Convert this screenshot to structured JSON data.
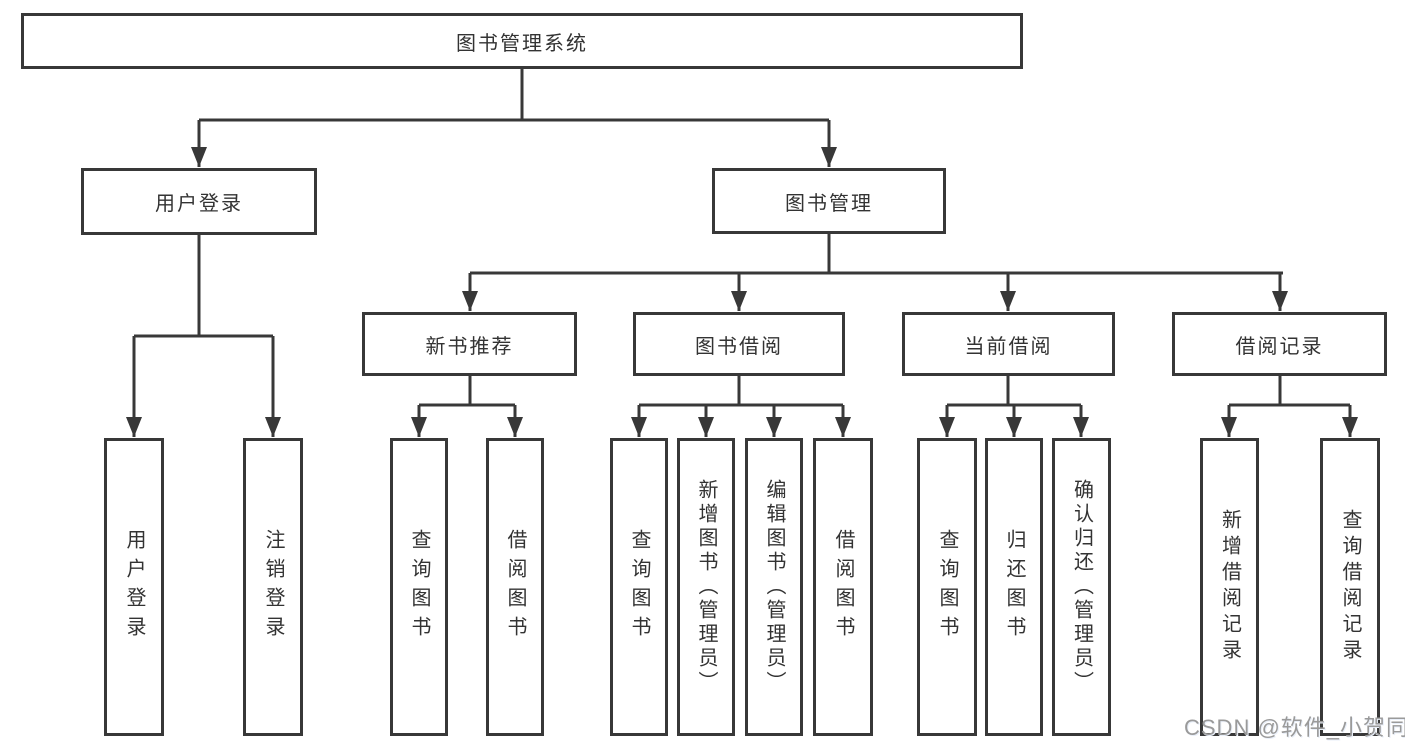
{
  "nodes": {
    "root": {
      "label": "图书管理系统"
    },
    "user_login": {
      "label": "用户登录"
    },
    "book_mgmt": {
      "label": "图书管理"
    },
    "new_books": {
      "label": "新书推荐"
    },
    "book_borrow": {
      "label": "图书借阅"
    },
    "current_borrow": {
      "label": "当前借阅"
    },
    "borrow_records": {
      "label": "借阅记录"
    },
    "leaf_user_login": {
      "label": "用户登录"
    },
    "leaf_logout": {
      "label": "注销登录"
    },
    "leaf_query_books_new": {
      "label": "查询图书"
    },
    "leaf_borrow_books_new": {
      "label": "借阅图书"
    },
    "leaf_query_books_borrow": {
      "label": "查询图书"
    },
    "leaf_add_books": {
      "label": "新增图书（管理员）"
    },
    "leaf_edit_books": {
      "label": "编辑图书（管理员）"
    },
    "leaf_borrow_books_borrow": {
      "label": "借阅图书"
    },
    "leaf_query_books_current": {
      "label": "查询图书"
    },
    "leaf_return_books": {
      "label": "归还图书"
    },
    "leaf_confirm_return": {
      "label": "确认归还（管理员）"
    },
    "leaf_add_borrow_record": {
      "label": "新增借阅记录"
    },
    "leaf_query_borrow_record": {
      "label": "查询借阅记录"
    }
  },
  "watermark": {
    "text": "CSDN @软件_小贺同学"
  },
  "colors": {
    "line": "#383838",
    "text": "#333333",
    "background": "#ffffff",
    "watermark": "#9a9a9a"
  }
}
